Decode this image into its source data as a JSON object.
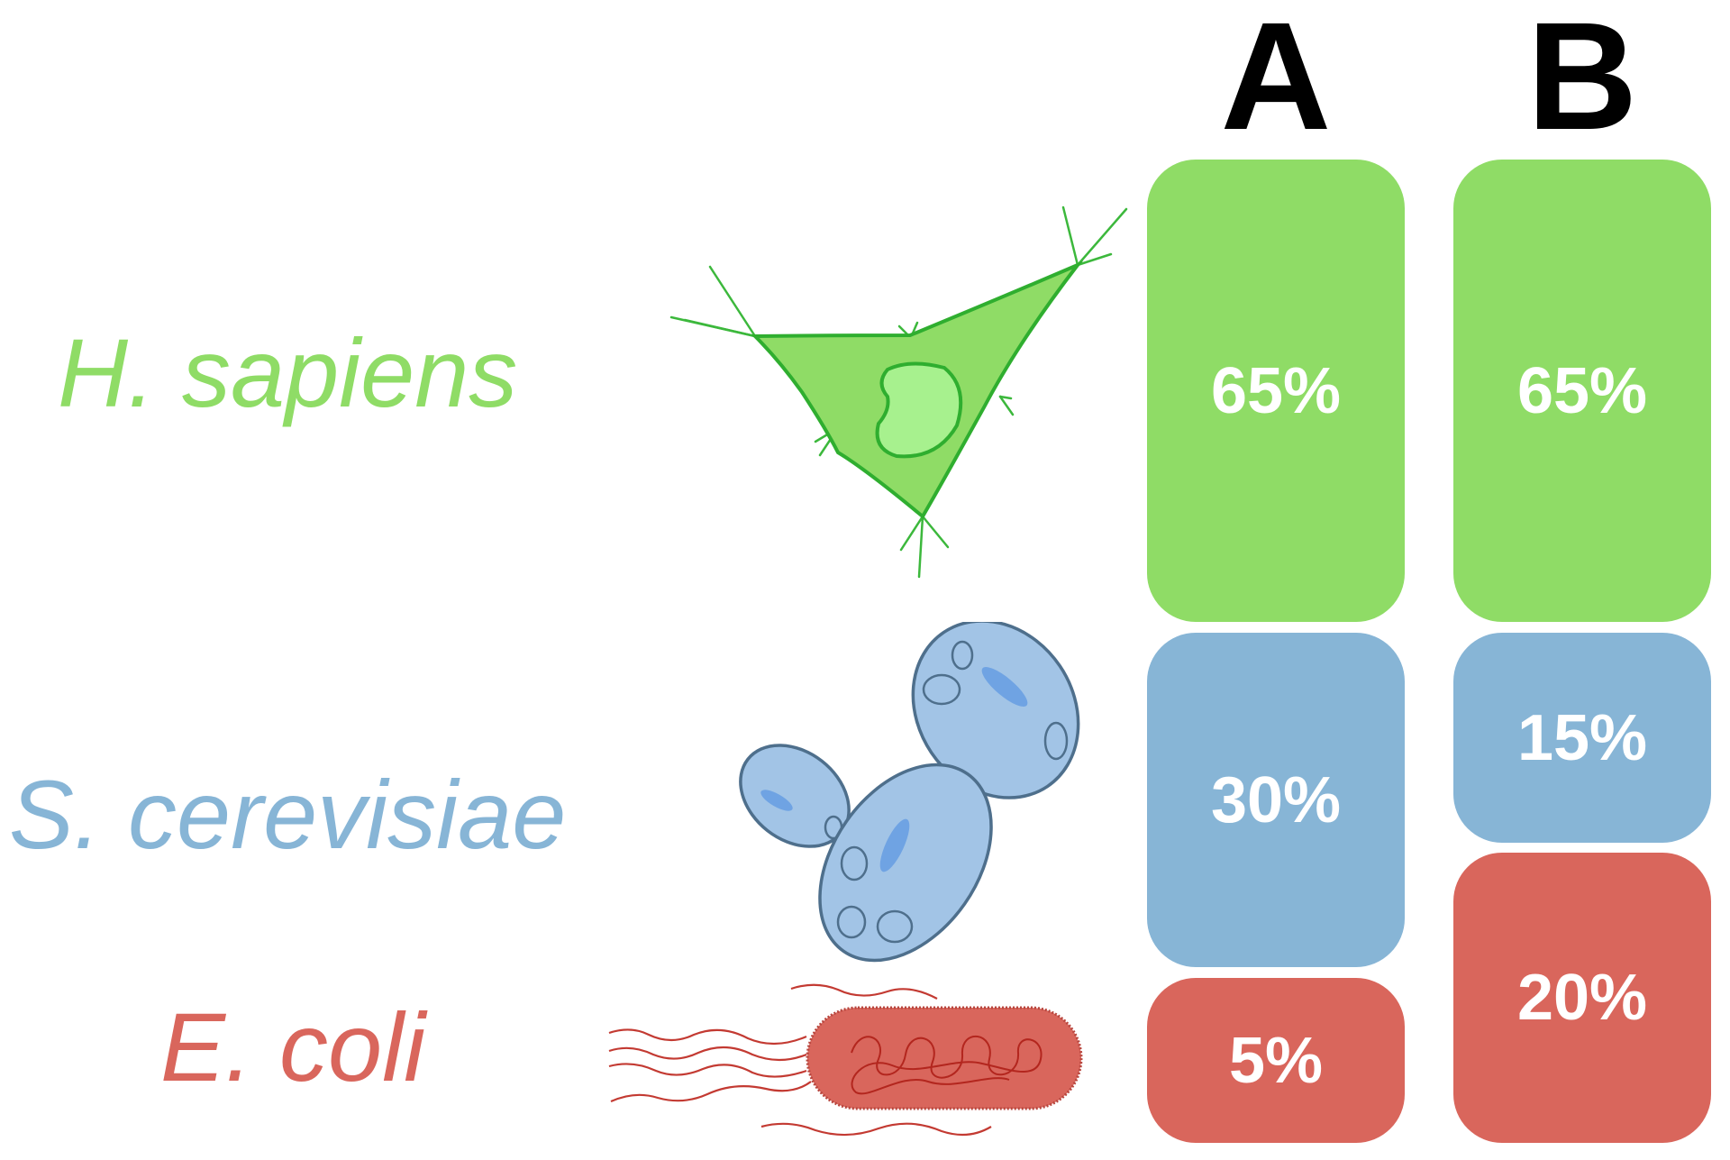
{
  "species": {
    "human": {
      "label": "H. sapiens",
      "color": "#8fdc66"
    },
    "yeast": {
      "label": "S. cerevisiae",
      "color": "#87b5d6"
    },
    "bacteria": {
      "label": "E. coli",
      "color": "#d9665c"
    }
  },
  "columns": [
    {
      "header": "A",
      "blocks": [
        {
          "species": "human",
          "label": "65%",
          "value": 65
        },
        {
          "species": "yeast",
          "label": "30%",
          "value": 30
        },
        {
          "species": "bacteria",
          "label": "5%",
          "value": 5
        }
      ]
    },
    {
      "header": "B",
      "blocks": [
        {
          "species": "human",
          "label": "65%",
          "value": 65
        },
        {
          "species": "yeast",
          "label": "15%",
          "value": 15
        },
        {
          "species": "bacteria",
          "label": "20%",
          "value": 20
        }
      ]
    }
  ],
  "icons": {
    "human": "human-cell-icon",
    "yeast": "yeast-cells-icon",
    "bacteria": "bacterium-icon"
  }
}
